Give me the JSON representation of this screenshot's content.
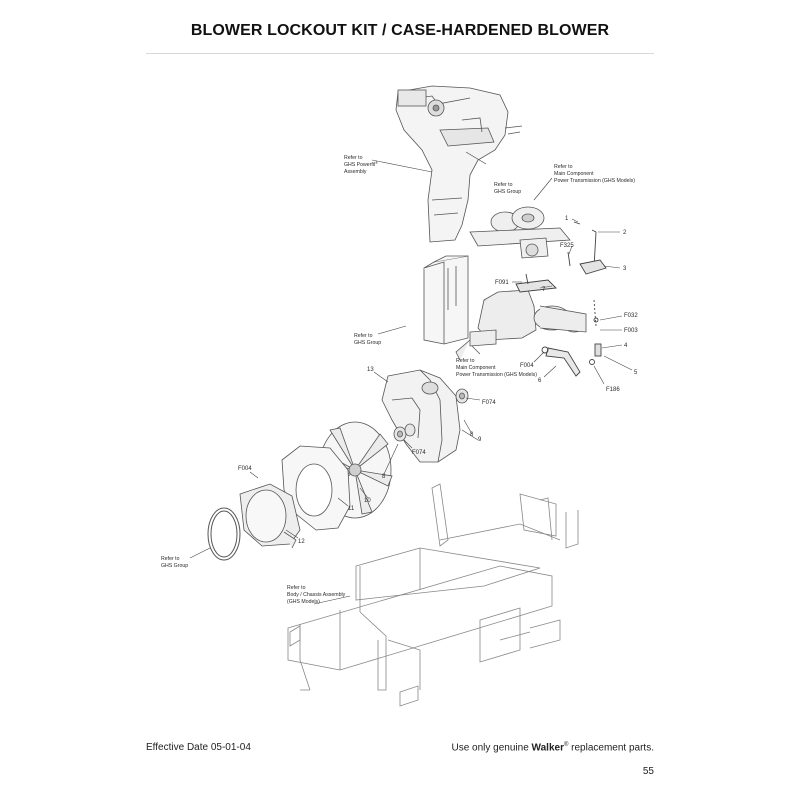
{
  "page": {
    "title": "BLOWER LOCKOUT KIT / CASE-HARDENED BLOWER",
    "effective_date": "Effective Date 05-01-04",
    "genuine_prefix": "Use only genuine ",
    "brand": "Walker",
    "registered_mark": "®",
    "genuine_suffix": " replacement parts.",
    "page_number": "55"
  },
  "references": {
    "powerfil": [
      "Refer to",
      "GHS Powerfil",
      "Assembly"
    ],
    "ghs_group_top": [
      "Refer to",
      "GHS Group"
    ],
    "main_component_top": [
      "Refer to",
      "Main Component",
      "Power Transmission (GHS Models)"
    ],
    "ghs_group_mid": [
      "Refer to",
      "GHS Group"
    ],
    "main_component_mid": [
      "Refer to",
      "Main Component",
      "Power Transmission (GHS Models)"
    ],
    "ghs_group_left": [
      "Refer to",
      "GHS Group"
    ],
    "body_chassis": [
      "Refer to",
      "Body / Chassis Assembly",
      "(GHS Models)"
    ]
  },
  "callouts": {
    "c1": "1",
    "c2": "2",
    "c3": "3",
    "c4": "4",
    "c5": "5",
    "c6": "6",
    "c7": "7",
    "c8a": "8",
    "c8b": "8",
    "c9": "9",
    "c10": "10",
    "c11": "11",
    "c12": "12",
    "c13": "13",
    "f325": "F325",
    "f091": "F091",
    "f032": "F032",
    "f003": "F003",
    "f004a": "F004",
    "f186": "F186",
    "f074a": "F074",
    "f074b": "F074",
    "f004b": "F004"
  }
}
